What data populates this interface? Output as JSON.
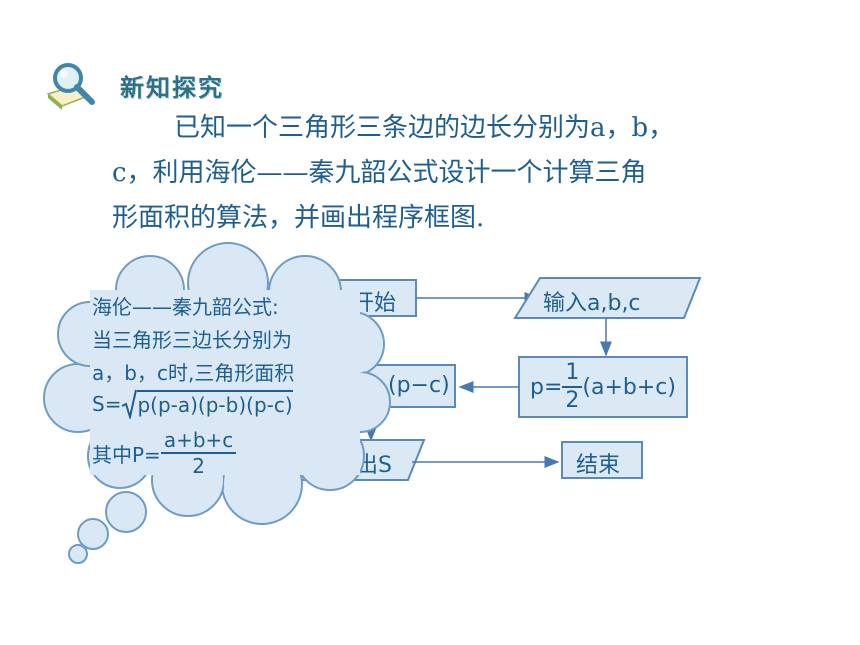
{
  "heading": {
    "title": "新知探究",
    "icon": "magnifier-book-icon"
  },
  "problem": {
    "lines": [
      "已知一个三角形三条边的边长分别为a，b，",
      "c，利用海伦——秦九韶公式设计一个计算三角",
      "形面积的算法，并画出程序框图."
    ]
  },
  "flowchart": {
    "start": "开始",
    "input": "输入a,b,c",
    "p_prefix": "p=",
    "p_num": "1",
    "p_den": "2",
    "p_suffix": "(a+b+c)",
    "s_partial": "(p−c)",
    "output": "输出S",
    "end": "结束"
  },
  "cloud": {
    "line1": "海伦——秦九韶公式:",
    "line2": "当三角形三边长分别为",
    "line3": "a，b，c时,三角形面积",
    "line4_prefix": "S=",
    "line4_radicand": "p(p-a)(p-b)(p-c)",
    "line5_prefix": "其中P=",
    "line5_num": "a+b+c",
    "line5_den": "2"
  },
  "colors": {
    "text": "#1f5f8f",
    "box_fill": "#dbe9f5",
    "box_stroke": "#5b8ab8",
    "cloud_fill": "#d9e8f4",
    "arrow": "#4a79b0"
  }
}
